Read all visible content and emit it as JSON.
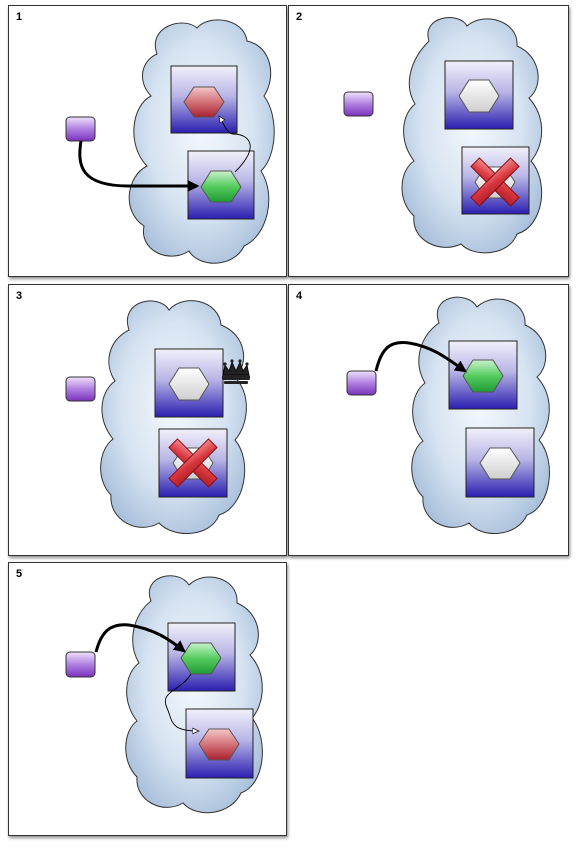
{
  "panels": [
    {
      "label": "1"
    },
    {
      "label": "2"
    },
    {
      "label": "3"
    },
    {
      "label": "4"
    },
    {
      "label": "5"
    }
  ],
  "colors": {
    "cloud_fill_light": "#eef4fb",
    "cloud_fill_dark": "#b3c9e2",
    "server_top": "#eeeef8",
    "server_bottom": "#2a1fb0",
    "hex_red": "#c23b48",
    "hex_green": "#2fb34a",
    "hex_gray": "#e6e6e6",
    "client_purple": "#8d4fc9",
    "failure_red": "#d8363d"
  },
  "icons": [
    "client-icon",
    "server-box",
    "hexagon-icon",
    "failure-x-icon",
    "crown-icon",
    "arrow"
  ]
}
